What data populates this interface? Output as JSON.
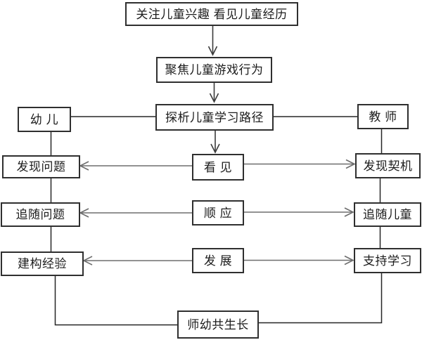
{
  "flowchart": {
    "background_color": "#ffffff",
    "box_border_color": "#2f2f2f",
    "line_color": "#262626",
    "arrow_color": "#6e6e6e",
    "nodes": {
      "top": {
        "label": "关注儿童兴趣 看见儿童经历"
      },
      "focus": {
        "label": "聚焦儿童游戏行为"
      },
      "analyze": {
        "label": "探析儿童学习路径"
      },
      "child": {
        "label": "幼 儿"
      },
      "teacher": {
        "label": "教 师"
      },
      "see": {
        "label": "看 见"
      },
      "comply": {
        "label": "顺 应"
      },
      "develop": {
        "label": "发 展"
      },
      "find_problem": {
        "label": "发现问题"
      },
      "follow_problem": {
        "label": "追随问题"
      },
      "build_experience": {
        "label": "建构经验"
      },
      "find_opportunity": {
        "label": "发现契机"
      },
      "follow_child": {
        "label": "追随儿童"
      },
      "support_learning": {
        "label": "支持学习"
      },
      "grow_together": {
        "label": "师幼共生长"
      }
    },
    "edges": [
      {
        "from": "top",
        "to": "focus",
        "arrow": true
      },
      {
        "from": "focus",
        "to": "analyze",
        "arrow": true
      },
      {
        "from": "analyze",
        "to": "see",
        "arrow": true
      },
      {
        "from": "child",
        "to": "analyze",
        "arrow": false
      },
      {
        "from": "analyze",
        "to": "teacher",
        "arrow": false
      },
      {
        "from": "child",
        "to": "find_problem",
        "arrow": false
      },
      {
        "from": "teacher",
        "to": "find_opportunity",
        "arrow": false
      },
      {
        "from": "see",
        "to": "find_problem",
        "arrow": true
      },
      {
        "from": "see",
        "to": "find_opportunity",
        "arrow": true
      },
      {
        "from": "find_problem",
        "to": "follow_problem",
        "arrow": false
      },
      {
        "from": "find_opportunity",
        "to": "follow_child",
        "arrow": false
      },
      {
        "from": "comply",
        "to": "follow_problem",
        "arrow": true
      },
      {
        "from": "comply",
        "to": "follow_child",
        "arrow": true
      },
      {
        "from": "follow_problem",
        "to": "build_experience",
        "arrow": false
      },
      {
        "from": "follow_child",
        "to": "support_learning",
        "arrow": false
      },
      {
        "from": "develop",
        "to": "build_experience",
        "arrow": true
      },
      {
        "from": "develop",
        "to": "support_learning",
        "arrow": true
      },
      {
        "from": "build_experience",
        "to": "grow_together",
        "arrow": false
      },
      {
        "from": "support_learning",
        "to": "grow_together",
        "arrow": false
      }
    ]
  }
}
